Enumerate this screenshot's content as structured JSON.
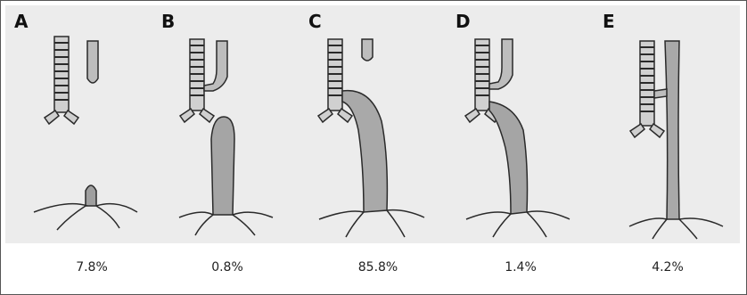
{
  "panels": [
    {
      "label": "A",
      "percent": "7.8%"
    },
    {
      "label": "B",
      "percent": "0.8%"
    },
    {
      "label": "C",
      "percent": "85.8%"
    },
    {
      "label": "D",
      "percent": "1.4%"
    },
    {
      "label": "E",
      "percent": "4.2%"
    }
  ],
  "colors": {
    "panel_background": "#ececec",
    "ink": "#2a2a2a",
    "organ_fill": "#a9a9a9",
    "frame_border": "#555555"
  }
}
